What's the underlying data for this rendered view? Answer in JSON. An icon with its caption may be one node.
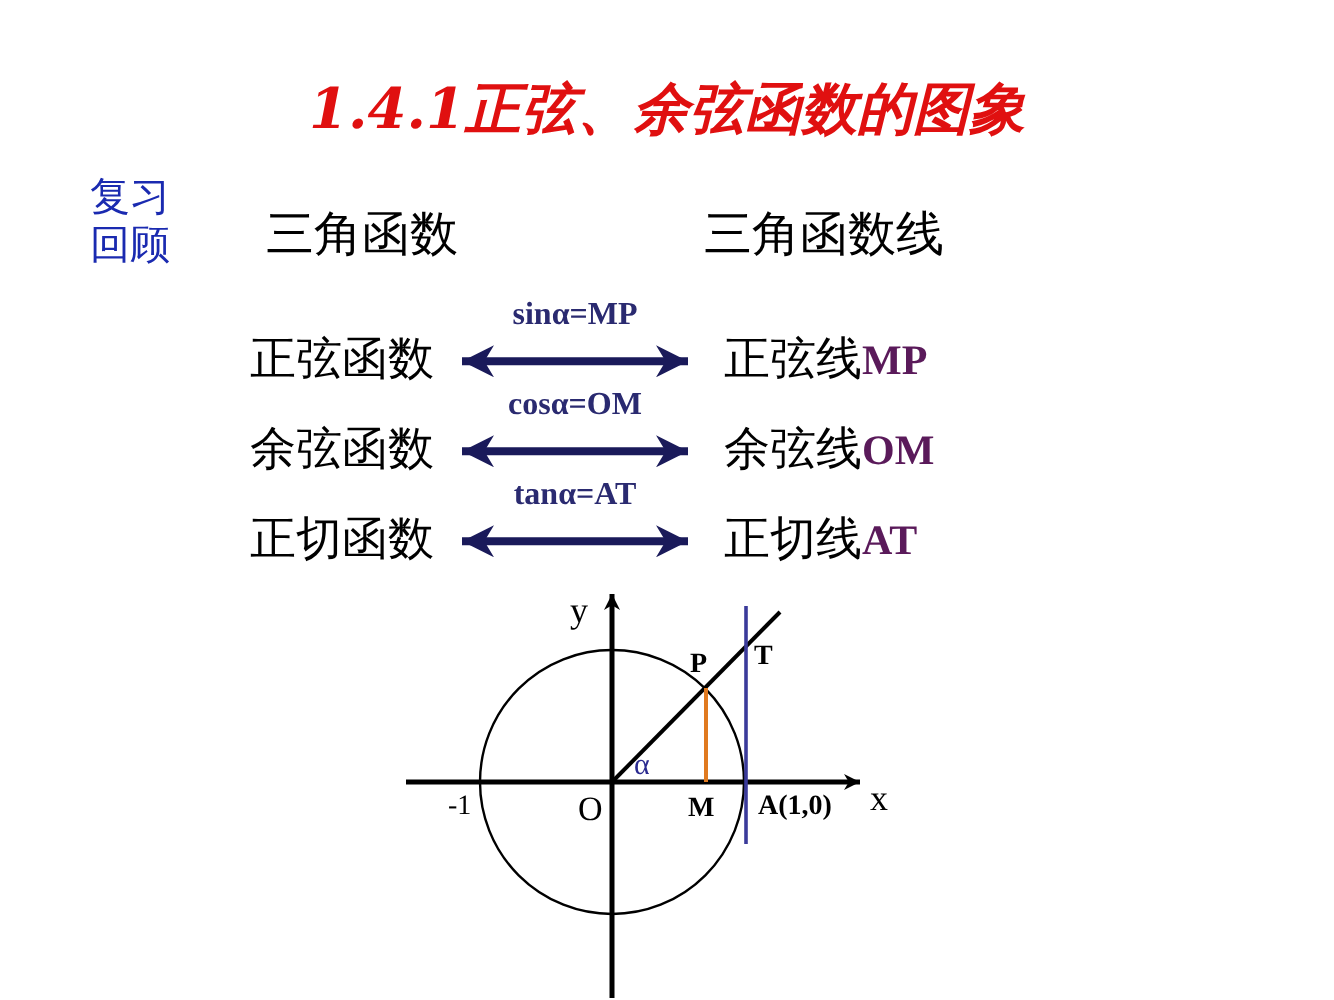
{
  "diagram": {
    "title": "1.4.1正弦、余弦函数的图象",
    "nodes": [
      {
        "text": [
          "正弦函数"
        ]
      },
      {
        "text": [
          "正弦线**MP**"
        ]
      },
      {
        "text": [
          "余弦函数"
        ]
      },
      {
        "text": [
          "余弦线**OM**"
        ]
      },
      {
        "text": [
          "正切函数"
        ]
      },
      {
        "text": [
          "正切线**AT**"
        ]
      }
    ],
    "edges": [
      {
        "from": 0,
        "to": 1,
        "arrow": "both",
        "label": "sinα=MP"
      },
      {
        "from": 2,
        "to": 3,
        "arrow": "both",
        "label": "cosα=OM"
      },
      {
        "from": 4,
        "to": 5,
        "arrow": "both",
        "label": "tanα=AT"
      }
    ],
    "labels": [
      "复习回顾",
      "三角函数",
      "三角函数线",
      "y",
      "P",
      "T",
      "α",
      "-1",
      "O",
      "M",
      "A(1,0)",
      "x"
    ]
  }
}
